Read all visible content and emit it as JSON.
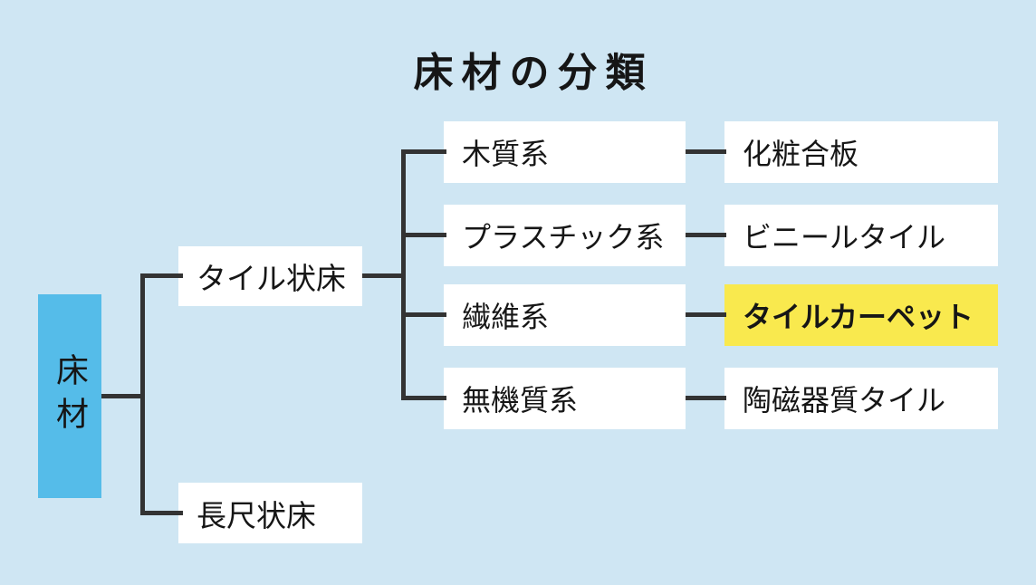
{
  "title": "床材の分類",
  "colors": {
    "background": "#cfe6f3",
    "root_box": "#55bce9",
    "node_box": "#ffffff",
    "highlight_box": "#f9e94e",
    "connector_line": "#333333",
    "text": "#161616"
  },
  "tree": {
    "root": {
      "label": "床材"
    },
    "branches": [
      {
        "label": "タイル状床",
        "children": [
          {
            "label": "木質系",
            "example": "化粧合板",
            "highlighted": false
          },
          {
            "label": "プラスチック系",
            "example": "ビニールタイル",
            "highlighted": false
          },
          {
            "label": "繊維系",
            "example": "タイルカーペット",
            "highlighted": true
          },
          {
            "label": "無機質系",
            "example": "陶磁器質タイル",
            "highlighted": false
          }
        ]
      },
      {
        "label": "長尺状床",
        "children": []
      }
    ]
  }
}
